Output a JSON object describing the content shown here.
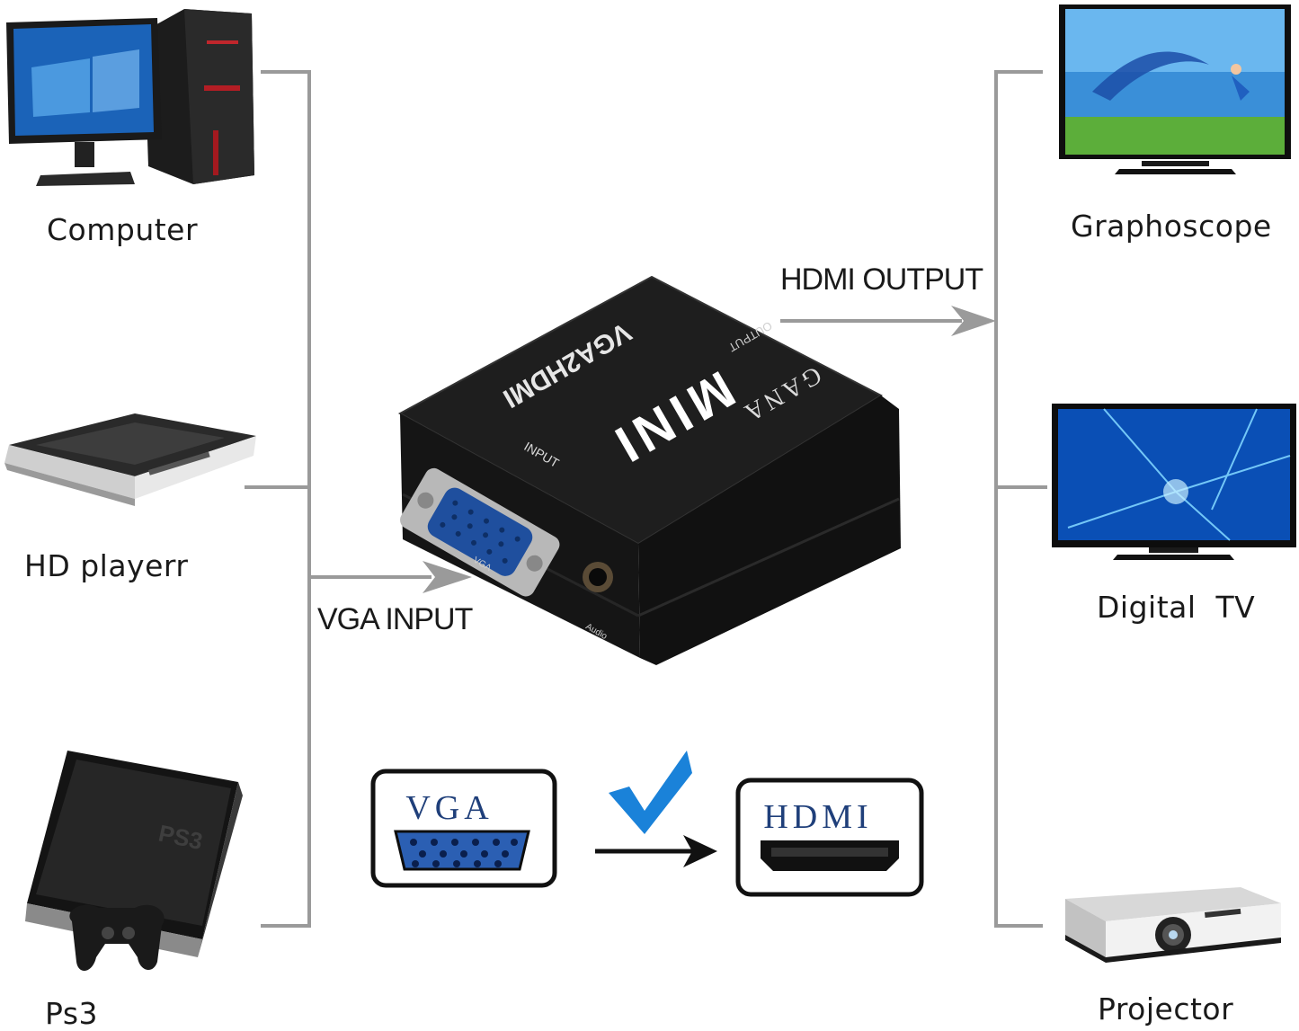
{
  "sources": [
    {
      "label": "Computer",
      "icon": "computer-icon"
    },
    {
      "label": "HD playerr",
      "icon": "dvd-player-icon"
    },
    {
      "label": "Ps3",
      "icon": "game-console-icon"
    }
  ],
  "destinations": [
    {
      "label": "Graphoscope",
      "icon": "tv-icon"
    },
    {
      "label": "Digital  TV",
      "icon": "tv-icon"
    },
    {
      "label": "Projector",
      "icon": "projector-icon"
    }
  ],
  "flow": {
    "input_label": "VGA INPUT",
    "output_label": "HDMI OUTPUT"
  },
  "device": {
    "model": "VGA2HDMI",
    "name": "MINI",
    "brand": "GANA",
    "output_port": "OUTPUT",
    "input_port": "INPUT",
    "vga_port": "VGA",
    "audio_port": "Audio"
  },
  "conversion": {
    "from": "VGA",
    "to": "HDMI"
  },
  "colors": {
    "line": "#9a9a9a",
    "vga_blue": "#2b5fb3",
    "check_blue": "#1a82d9"
  }
}
